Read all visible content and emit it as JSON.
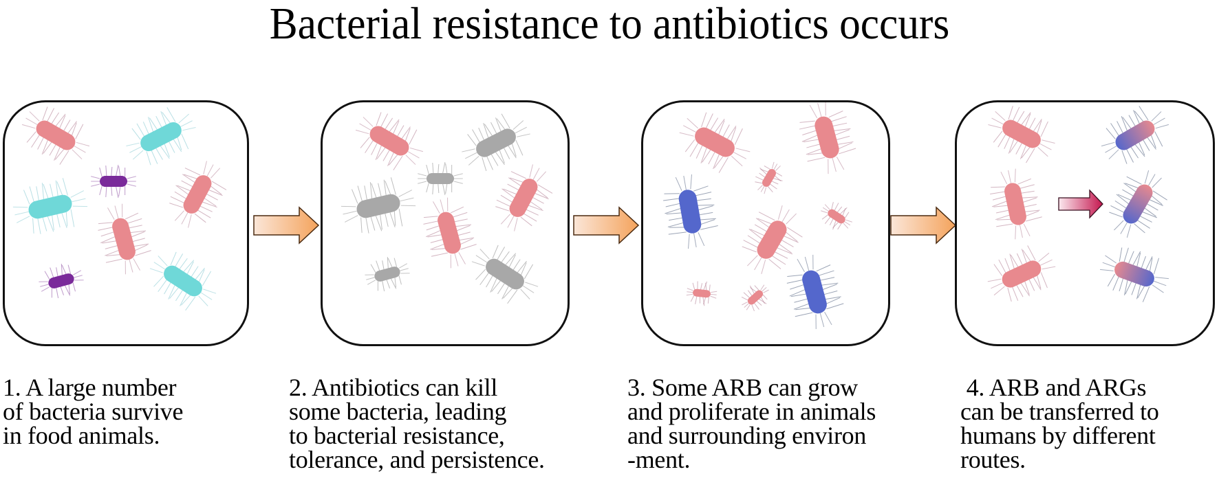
{
  "title": "Bacterial resistance to antibiotics occurs",
  "colors": {
    "pink": "#e8898e",
    "cyan": "#6fd8d8",
    "purple": "#7a2a9a",
    "gray": "#a8a8a8",
    "blue": "#5467cc",
    "arrow_orange_start": "#fbe6d8",
    "arrow_orange_end": "#f4a35c",
    "arrow_red_start": "#fbe8ee",
    "arrow_red_end": "#c4174f"
  },
  "steps": [
    {
      "number": "1",
      "caption": "1. A large number\nof bacteria survive\nin food animals.",
      "description": "Mixed bacteria: pink, cyan and purple"
    },
    {
      "number": "2",
      "caption": "2. Antibiotics can kill\nsome bacteria, leading\nto bacterial resistance,\ntolerance, and persistence.",
      "description": "Pink survivors with gray killed bacteria"
    },
    {
      "number": "3",
      "caption": "3. Some ARB can grow\nand proliferate in animals\nand surrounding environ\n-ment.",
      "description": "Pink bacteria proliferating with blue ARB"
    },
    {
      "number": "4",
      "caption": " 4. ARB and ARGs\ncan be transferred to\nhumans by different\nroutes.",
      "description": "Pink bacteria transferring genes to pink-blue bacteria"
    }
  ]
}
